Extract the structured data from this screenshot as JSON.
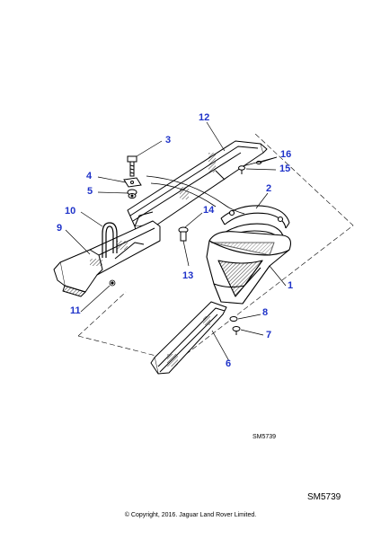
{
  "diagram": {
    "reference_code": "SM5739",
    "reference_code_footer": "SM5739",
    "copyright": "© Copyright, 2016. Jaguar Land Rover Limited.",
    "callouts": [
      "1",
      "2",
      "3",
      "4",
      "5",
      "6",
      "7",
      "8",
      "9",
      "10",
      "11",
      "12",
      "13",
      "14",
      "15",
      "16"
    ],
    "colors": {
      "callout": "#1f33c9",
      "line": "#000000",
      "background": "#ffffff"
    }
  }
}
